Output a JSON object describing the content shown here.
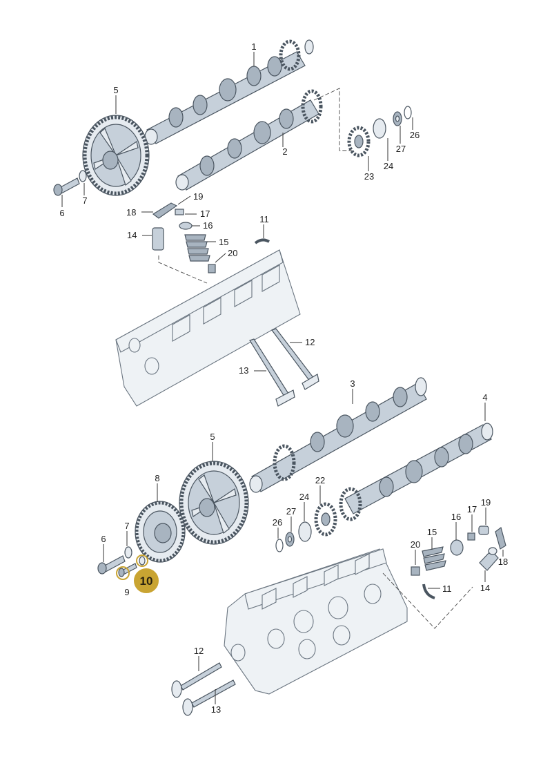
{
  "callouts": [
    {
      "id": "c1",
      "label": "1"
    },
    {
      "id": "c2",
      "label": "2"
    },
    {
      "id": "c5a",
      "label": "5"
    },
    {
      "id": "c6a",
      "label": "6"
    },
    {
      "id": "c7a",
      "label": "7"
    },
    {
      "id": "c23a",
      "label": "23"
    },
    {
      "id": "c24a",
      "label": "24"
    },
    {
      "id": "c27a",
      "label": "27"
    },
    {
      "id": "c26a",
      "label": "26"
    },
    {
      "id": "c19a",
      "label": "19"
    },
    {
      "id": "c18a",
      "label": "18"
    },
    {
      "id": "c17a",
      "label": "17"
    },
    {
      "id": "c16a",
      "label": "16"
    },
    {
      "id": "c14a",
      "label": "14"
    },
    {
      "id": "c15a",
      "label": "15"
    },
    {
      "id": "c11a",
      "label": "11"
    },
    {
      "id": "c20a",
      "label": "20"
    },
    {
      "id": "c12a",
      "label": "12"
    },
    {
      "id": "c13a",
      "label": "13"
    },
    {
      "id": "c3",
      "label": "3"
    },
    {
      "id": "c4",
      "label": "4"
    },
    {
      "id": "c5b",
      "label": "5"
    },
    {
      "id": "c8",
      "label": "8"
    },
    {
      "id": "c22",
      "label": "22"
    },
    {
      "id": "c24b",
      "label": "24"
    },
    {
      "id": "c27b",
      "label": "27"
    },
    {
      "id": "c26b",
      "label": "26"
    },
    {
      "id": "c7b",
      "label": "7"
    },
    {
      "id": "c6b",
      "label": "6"
    },
    {
      "id": "c9",
      "label": "9"
    },
    {
      "id": "c15b",
      "label": "15"
    },
    {
      "id": "c16b",
      "label": "16"
    },
    {
      "id": "c17b",
      "label": "17"
    },
    {
      "id": "c19b",
      "label": "19"
    },
    {
      "id": "c20b",
      "label": "20"
    },
    {
      "id": "c18b",
      "label": "18"
    },
    {
      "id": "c11b",
      "label": "11"
    },
    {
      "id": "c14b",
      "label": "14"
    },
    {
      "id": "c12b",
      "label": "12"
    },
    {
      "id": "c13b",
      "label": "13"
    }
  ],
  "highlight": {
    "label": "10",
    "color": "#c9a432"
  },
  "colors": {
    "metal": "#c6d0da",
    "outline": "#4a5560",
    "head": "#eef2f5"
  }
}
